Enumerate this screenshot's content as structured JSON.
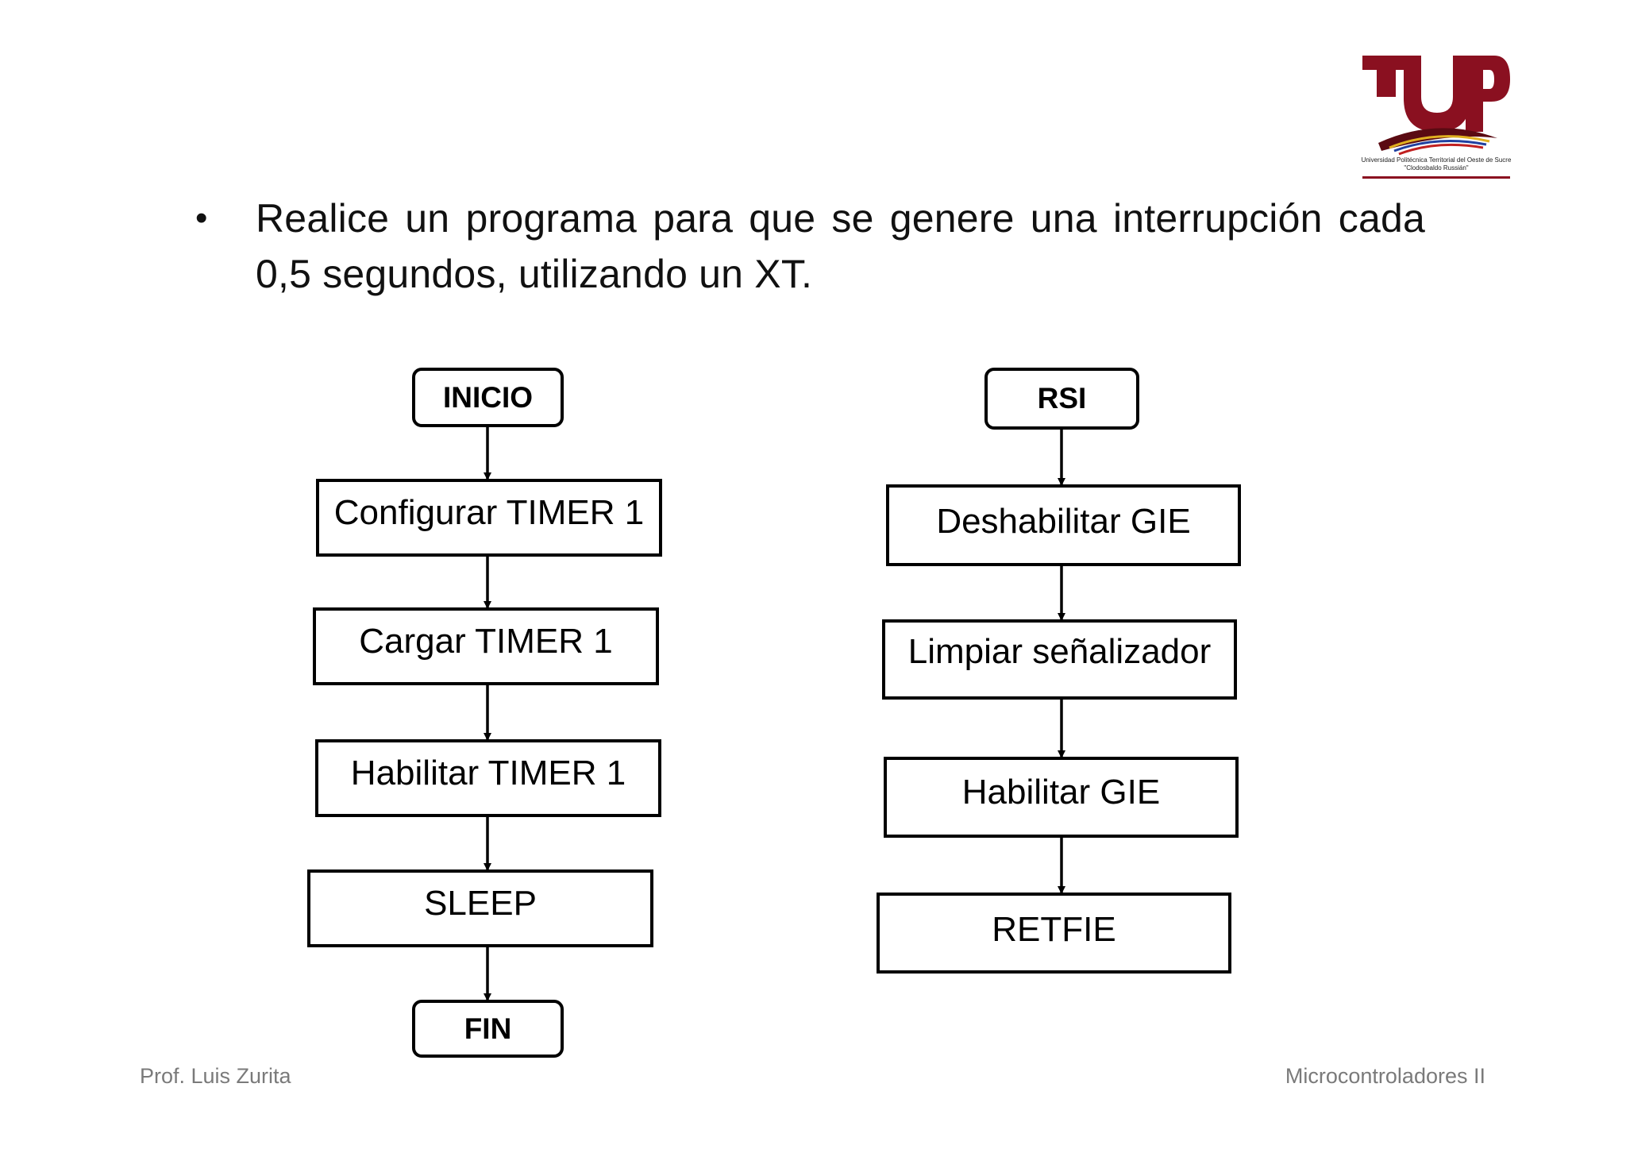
{
  "slide": {
    "bullet": "Realice un programa para que se genere una interrupción cada 0,5 segundos, utilizando un XT."
  },
  "logo": {
    "caption_line1": "Universidad Politécnica Territorial del Oeste de Sucre",
    "caption_line2": "\"Clodosbaldo Russián\"",
    "accent_color": "#8a1020",
    "accent_dark": "#5a0a12"
  },
  "flow_main": {
    "start": "INICIO",
    "steps": [
      "Configurar TIMER 1",
      "Cargar TIMER 1",
      "Habilitar TIMER 1",
      "SLEEP"
    ],
    "end": "FIN"
  },
  "flow_isr": {
    "start": "RSI",
    "steps": [
      "Deshabilitar GIE",
      "Limpiar señalizador",
      "Habilitar GIE",
      "RETFIE"
    ]
  },
  "footer": {
    "author": "Prof. Luis Zurita",
    "course": "Microcontroladores II"
  }
}
